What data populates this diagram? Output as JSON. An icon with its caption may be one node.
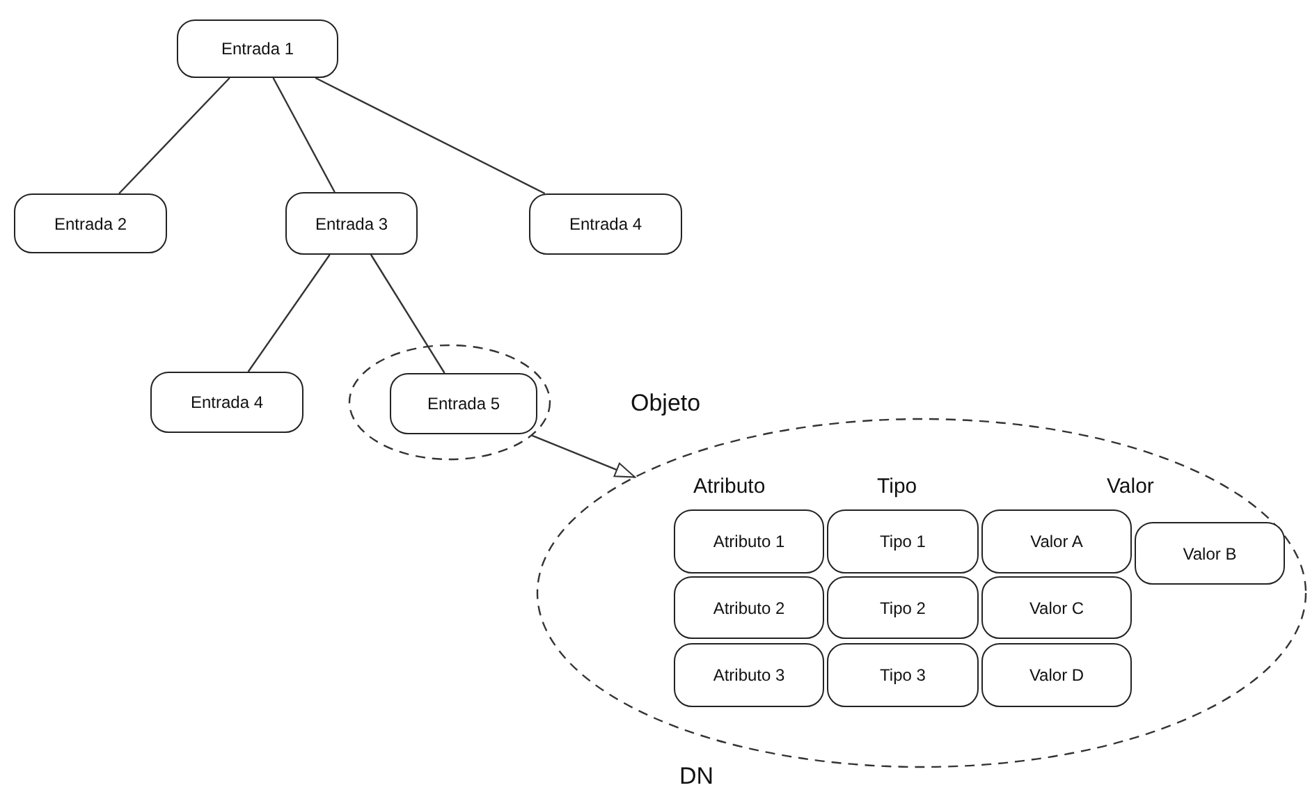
{
  "diagram": {
    "nodes": [
      {
        "text": [
          "Entrada 1"
        ]
      },
      {
        "text": [
          "Entrada 2"
        ]
      },
      {
        "text": [
          "Entrada 3"
        ]
      },
      {
        "text": [
          "Entrada 4"
        ]
      },
      {
        "text": [
          "Entrada 4"
        ]
      },
      {
        "text": [],
        "shape": "ellipse"
      },
      {
        "text": [
          "Entrada 5"
        ],
        "in": 5
      },
      {
        "text": [
          "Objeto"
        ],
        "beside": [
          "DN"
        ]
      },
      {
        "text": [
          "Atributo 1"
        ],
        "in": 7
      },
      {
        "text": [
          "Tipo 1"
        ],
        "in": 7
      },
      {
        "text": [
          "Valor A"
        ],
        "in": 7
      },
      {
        "text": [
          "Valor B"
        ],
        "in": 7
      },
      {
        "text": [
          "Atributo 2"
        ],
        "in": 7
      },
      {
        "text": [
          "Tipo 2"
        ],
        "in": 7
      },
      {
        "text": [
          "Valor C"
        ],
        "in": 7
      },
      {
        "text": [
          "Atributo 3"
        ],
        "in": 7
      },
      {
        "text": [
          "Tipo 3"
        ],
        "in": 7
      },
      {
        "text": [
          "Valor D"
        ],
        "in": 7
      }
    ],
    "edges": [
      {
        "from": 0,
        "to": 1,
        "arrow": "none"
      },
      {
        "from": 0,
        "to": 2,
        "arrow": "none"
      },
      {
        "from": 0,
        "to": 3,
        "arrow": "none"
      },
      {
        "from": 2,
        "to": 4,
        "arrow": "none"
      },
      {
        "from": 2,
        "to": 6,
        "arrow": "none"
      },
      {
        "from": 5,
        "to": 7,
        "arrow": "to"
      }
    ],
    "labels": [
      "Atributo",
      "Tipo",
      "Valor"
    ]
  }
}
